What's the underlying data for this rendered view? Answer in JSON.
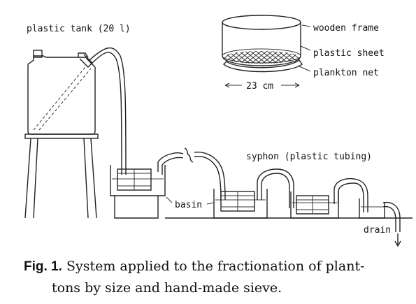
{
  "labels": {
    "plastic_tank": "plastic tank (20 l)",
    "wooden_frame": "wooden frame",
    "plastic_sheet": "plastic sheet",
    "plankton_net": "plankton net",
    "width": "23 cm",
    "syphon": "syphon (plastic tubing)",
    "basin": "basin",
    "drain": "drain"
  },
  "caption": {
    "figure": "Fig. 1.",
    "text_line1": "System applied to the fractionation of plant-",
    "text_line2": "tons by size and hand-made sieve."
  }
}
